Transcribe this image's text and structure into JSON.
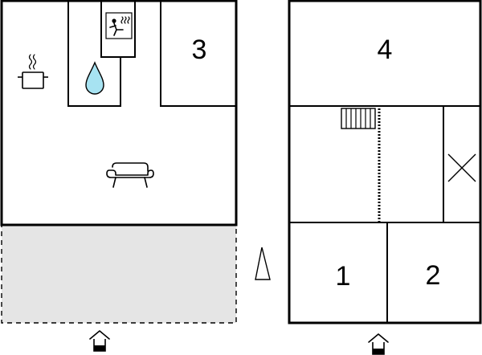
{
  "floor_plan": {
    "rooms": [
      {
        "number": "3"
      },
      {
        "number": "4"
      },
      {
        "number": "1"
      },
      {
        "number": "2"
      }
    ],
    "icons": [
      "sauna-icon",
      "cooking-pot-icon",
      "water-drop-icon",
      "sofa-icon",
      "staircase-icon",
      "open-void-icon",
      "north-arrow-icon",
      "entrance-icon"
    ],
    "colors": {
      "wall": "#000000",
      "terrace_fill": "#e5e5e5",
      "water_drop": "#a7e3f2",
      "background": "#ffffff"
    }
  }
}
